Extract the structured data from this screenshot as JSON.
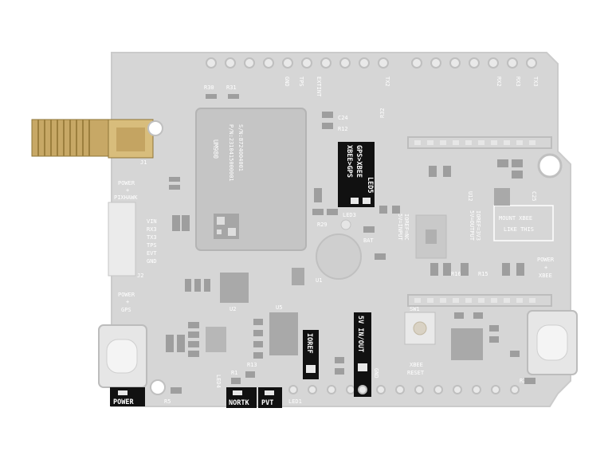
{
  "module": {
    "name": "UM980",
    "pn": "P/N:2310415000001",
    "sn": "S/N:B724004001"
  },
  "highlights": {
    "led_bar": {
      "gps_xbee": "GPS>XBEE",
      "xbee_gps": "XBEE>GPS",
      "ref": "LED5"
    },
    "ioref": "IOREF",
    "five_v": "5V IN/OUT",
    "power": "POWER",
    "nortk": "NORTK",
    "pvt": "PVT"
  },
  "silkscreen": {
    "power_pixhawk": [
      "POWER",
      "+",
      "PIXHAWK"
    ],
    "power_gps": [
      "POWER",
      "+",
      "GPS"
    ],
    "power_xbee": [
      "POWER",
      "+",
      "XBEE"
    ],
    "mount_xbee": [
      "MOUNT XBEE",
      "LIKE THIS"
    ],
    "xbee_reset": [
      "XBEE",
      "RESET"
    ],
    "ioref_switch_left": [
      "IOREF=NC",
      "5V=INPUT"
    ],
    "ioref_switch_right": [
      "IOREF=3V3",
      "5V=OUTPUT"
    ],
    "pixhawk_pins": [
      "VIN",
      "RX3",
      "TX3",
      "TPS",
      "EVT",
      "GND"
    ],
    "top_header": [
      "GND",
      "TPS",
      "EXTINT",
      "TX2"
    ],
    "right_header": [
      "RX2",
      "RX3",
      "TX3"
    ],
    "bat": "BAT",
    "gnd_bottom": "GND",
    "refs": {
      "r30": "R30",
      "r31": "R31",
      "c24": "C24",
      "r12": "R12",
      "r32": "R32",
      "u2": "U2",
      "u5": "U5",
      "u1": "U1",
      "u12": "U12",
      "sw1": "SW1",
      "led3": "LED3",
      "r29": "R29",
      "led4": "LED4",
      "led1": "LED1",
      "r1": "R1",
      "r13": "R13",
      "r5": "R5",
      "r24": "R24",
      "r15": "R15",
      "r16": "R16",
      "c25": "C25",
      "j1": "J1",
      "j2": "J2"
    }
  }
}
